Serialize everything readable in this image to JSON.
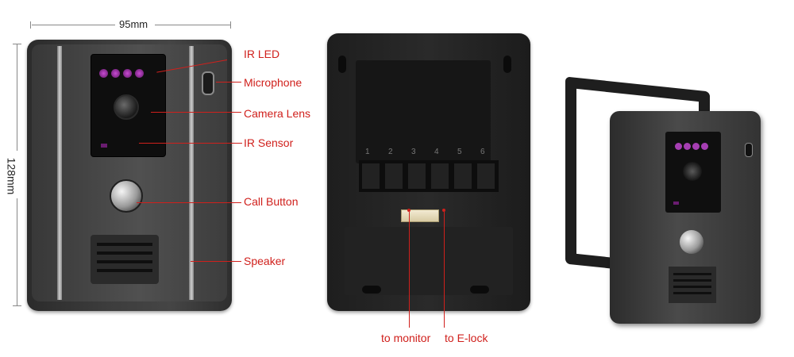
{
  "dimensions": {
    "width_label": "95mm",
    "height_label": "128mm"
  },
  "front_labels": {
    "ir_led": "IR LED",
    "microphone": "Microphone",
    "camera_lens": "Camera Lens",
    "ir_sensor": "IR Sensor",
    "call_button": "Call Button",
    "speaker": "Speaker"
  },
  "back_view": {
    "terminal_numbers": [
      "1",
      "2",
      "3",
      "4",
      "5",
      "6"
    ],
    "to_monitor": "to monitor",
    "to_elock": "to E-lock"
  },
  "colors": {
    "label_red": "#d0201c",
    "body_dark": "#3a3a3a",
    "led_purple": "#9b2aa6"
  }
}
